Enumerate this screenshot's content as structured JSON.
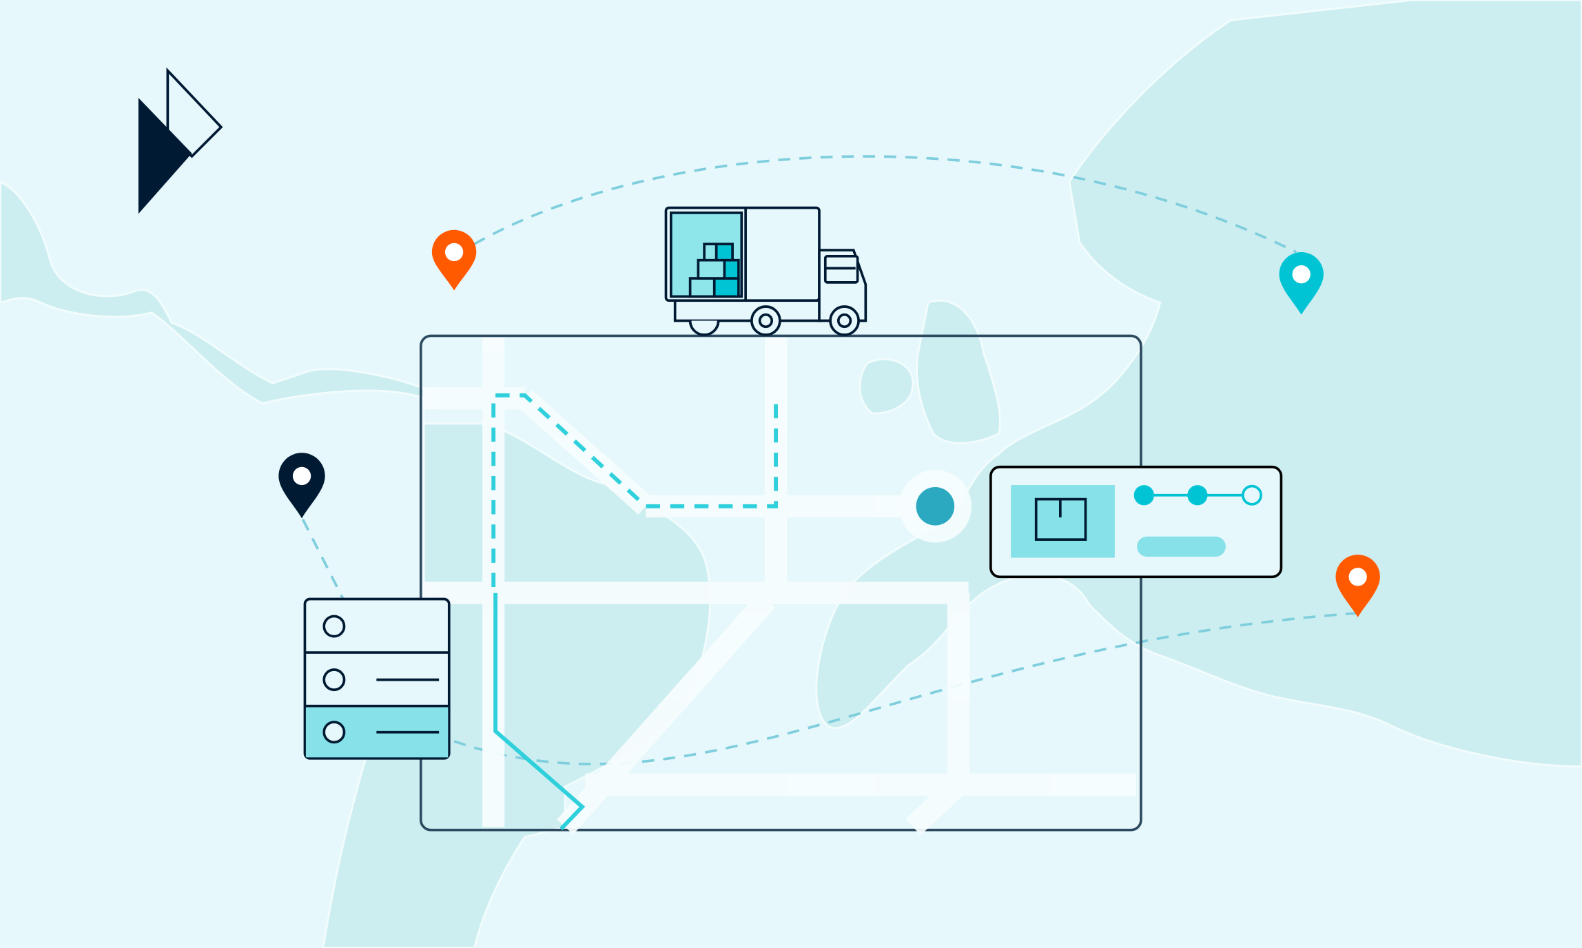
{
  "colors": {
    "background": "#e6f8fb",
    "land": "#cdeef0",
    "navy": "#001a33",
    "frame": "#2d4a60",
    "cyan": "#00c4d4",
    "light_cyan": "#86e1e8",
    "route_dash": "#7fcedd",
    "orange": "#ff5a00",
    "hub_dot": "#2aa9c0",
    "road": "#f7fdfe"
  },
  "logo": {
    "icon": "brand-logo-triangles"
  },
  "pins": [
    {
      "icon": "map-pin-icon",
      "color": "#ff5a00"
    },
    {
      "icon": "map-pin-icon",
      "color": "#001a33"
    },
    {
      "icon": "map-pin-icon",
      "color": "#00c4d4"
    },
    {
      "icon": "map-pin-icon",
      "color": "#ff5a00"
    }
  ],
  "truck": {
    "icon": "delivery-truck-icon"
  },
  "server": {
    "icon": "server-stack-icon",
    "rows": 3,
    "active_row": 3
  },
  "tracking_card": {
    "icon": "package-icon",
    "progress_steps_total": 3,
    "progress_steps_done": 2
  }
}
